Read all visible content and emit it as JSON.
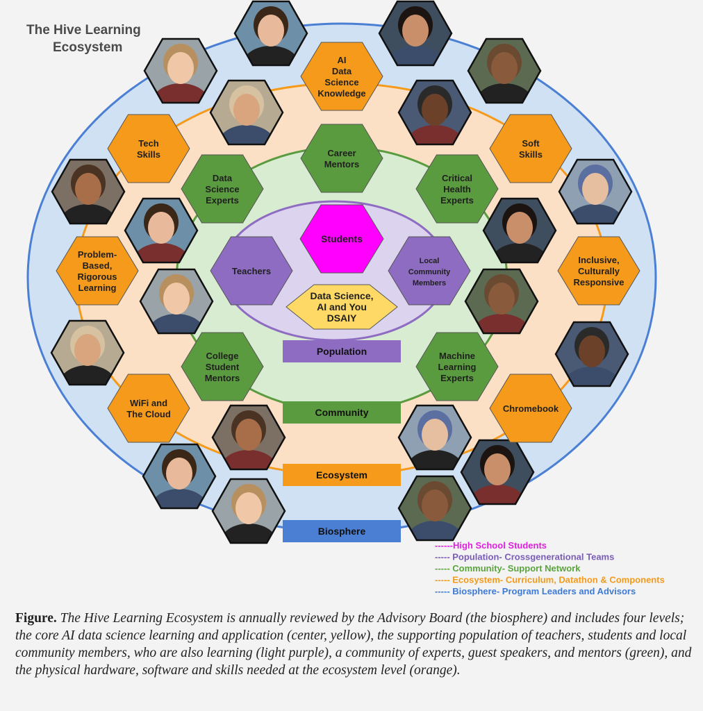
{
  "title": [
    "The Hive Learning",
    "Ecosystem"
  ],
  "colors": {
    "biosphere": "#4a7fd4",
    "biosphere_fill": "#cfe1f3",
    "ecosystem": "#f59a1b",
    "ecosystem_fill": "#fbe0c6",
    "community": "#5b9b3f",
    "community_fill": "#d8ecd1",
    "population": "#8e6cc2",
    "population_fill": "#dcd3ef",
    "students": "#ff00ff",
    "core": "#ffd966"
  },
  "hexagons": [
    {
      "id": "hex-ai-data-science-knowledge",
      "lines": [
        "AI",
        "Data",
        "Science",
        "Knowledge"
      ],
      "color": "ecosystem"
    },
    {
      "id": "hex-tech-skills",
      "lines": [
        "Tech",
        "Skills"
      ],
      "color": "ecosystem"
    },
    {
      "id": "hex-soft-skills",
      "lines": [
        "Soft",
        "Skills"
      ],
      "color": "ecosystem"
    },
    {
      "id": "hex-problem-based-learning",
      "lines": [
        "Problem-",
        "Based,",
        "Rigorous",
        "Learning"
      ],
      "color": "ecosystem"
    },
    {
      "id": "hex-inclusive-culturally-responsive",
      "lines": [
        "Inclusive,",
        "Culturally",
        "Responsive"
      ],
      "color": "ecosystem"
    },
    {
      "id": "hex-wifi-cloud",
      "lines": [
        "WiFi and",
        "The Cloud"
      ],
      "color": "ecosystem"
    },
    {
      "id": "hex-chromebook",
      "lines": [
        "Chromebook"
      ],
      "color": "ecosystem"
    },
    {
      "id": "hex-career-mentors",
      "lines": [
        "Career",
        "Mentors"
      ],
      "color": "community"
    },
    {
      "id": "hex-data-science-experts",
      "lines": [
        "Data",
        "Science",
        "Experts"
      ],
      "color": "community"
    },
    {
      "id": "hex-critical-health-experts",
      "lines": [
        "Critical",
        "Health",
        "Experts"
      ],
      "color": "community"
    },
    {
      "id": "hex-college-student-mentors",
      "lines": [
        "College",
        "Student",
        "Mentors"
      ],
      "color": "community"
    },
    {
      "id": "hex-machine-learning-experts",
      "lines": [
        "Machine",
        "Learning",
        "Experts"
      ],
      "color": "community"
    },
    {
      "id": "hex-students",
      "lines": [
        "Students"
      ],
      "color": "students"
    },
    {
      "id": "hex-teachers",
      "lines": [
        "Teachers"
      ],
      "color": "population"
    },
    {
      "id": "hex-local-community-members",
      "lines": [
        "Local",
        "Community",
        "Members"
      ],
      "color": "population"
    },
    {
      "id": "hex-dsaiy",
      "lines": [
        "Data Science,",
        "AI and You",
        "DSAIY"
      ],
      "color": "core"
    }
  ],
  "level_labels": [
    {
      "id": "population",
      "text": "Population"
    },
    {
      "id": "community",
      "text": "Community"
    },
    {
      "id": "ecosystem",
      "text": "Ecosystem"
    },
    {
      "id": "biosphere",
      "text": "Biosphere"
    }
  ],
  "photo_count": 20,
  "legend": [
    {
      "text": "------High School Students",
      "color": "#e020e0"
    },
    {
      "text": "----- Population- Crossgenerational Teams",
      "color": "#7a5cb8"
    },
    {
      "text": "----- Community- Support Network",
      "color": "#5aa43c"
    },
    {
      "text": "----- Ecosystem- Curriculum, Datathon & Components",
      "color": "#f29a1a"
    },
    {
      "text": "----- Biosphere- Program Leaders and Advisors",
      "color": "#3d7ad6"
    }
  ],
  "caption": {
    "label": "Figure.",
    "text": "The Hive Learning Ecosystem is annually reviewed by the Advisory Board (the biosphere) and includes four levels; the core AI data science learning and application (center, yellow), the supporting population of teachers, students and local community members, who are also learning (light purple), a community of experts, guest speakers, and mentors (green), and the physical hardware, software and skills needed at the ecosystem level (orange)."
  }
}
